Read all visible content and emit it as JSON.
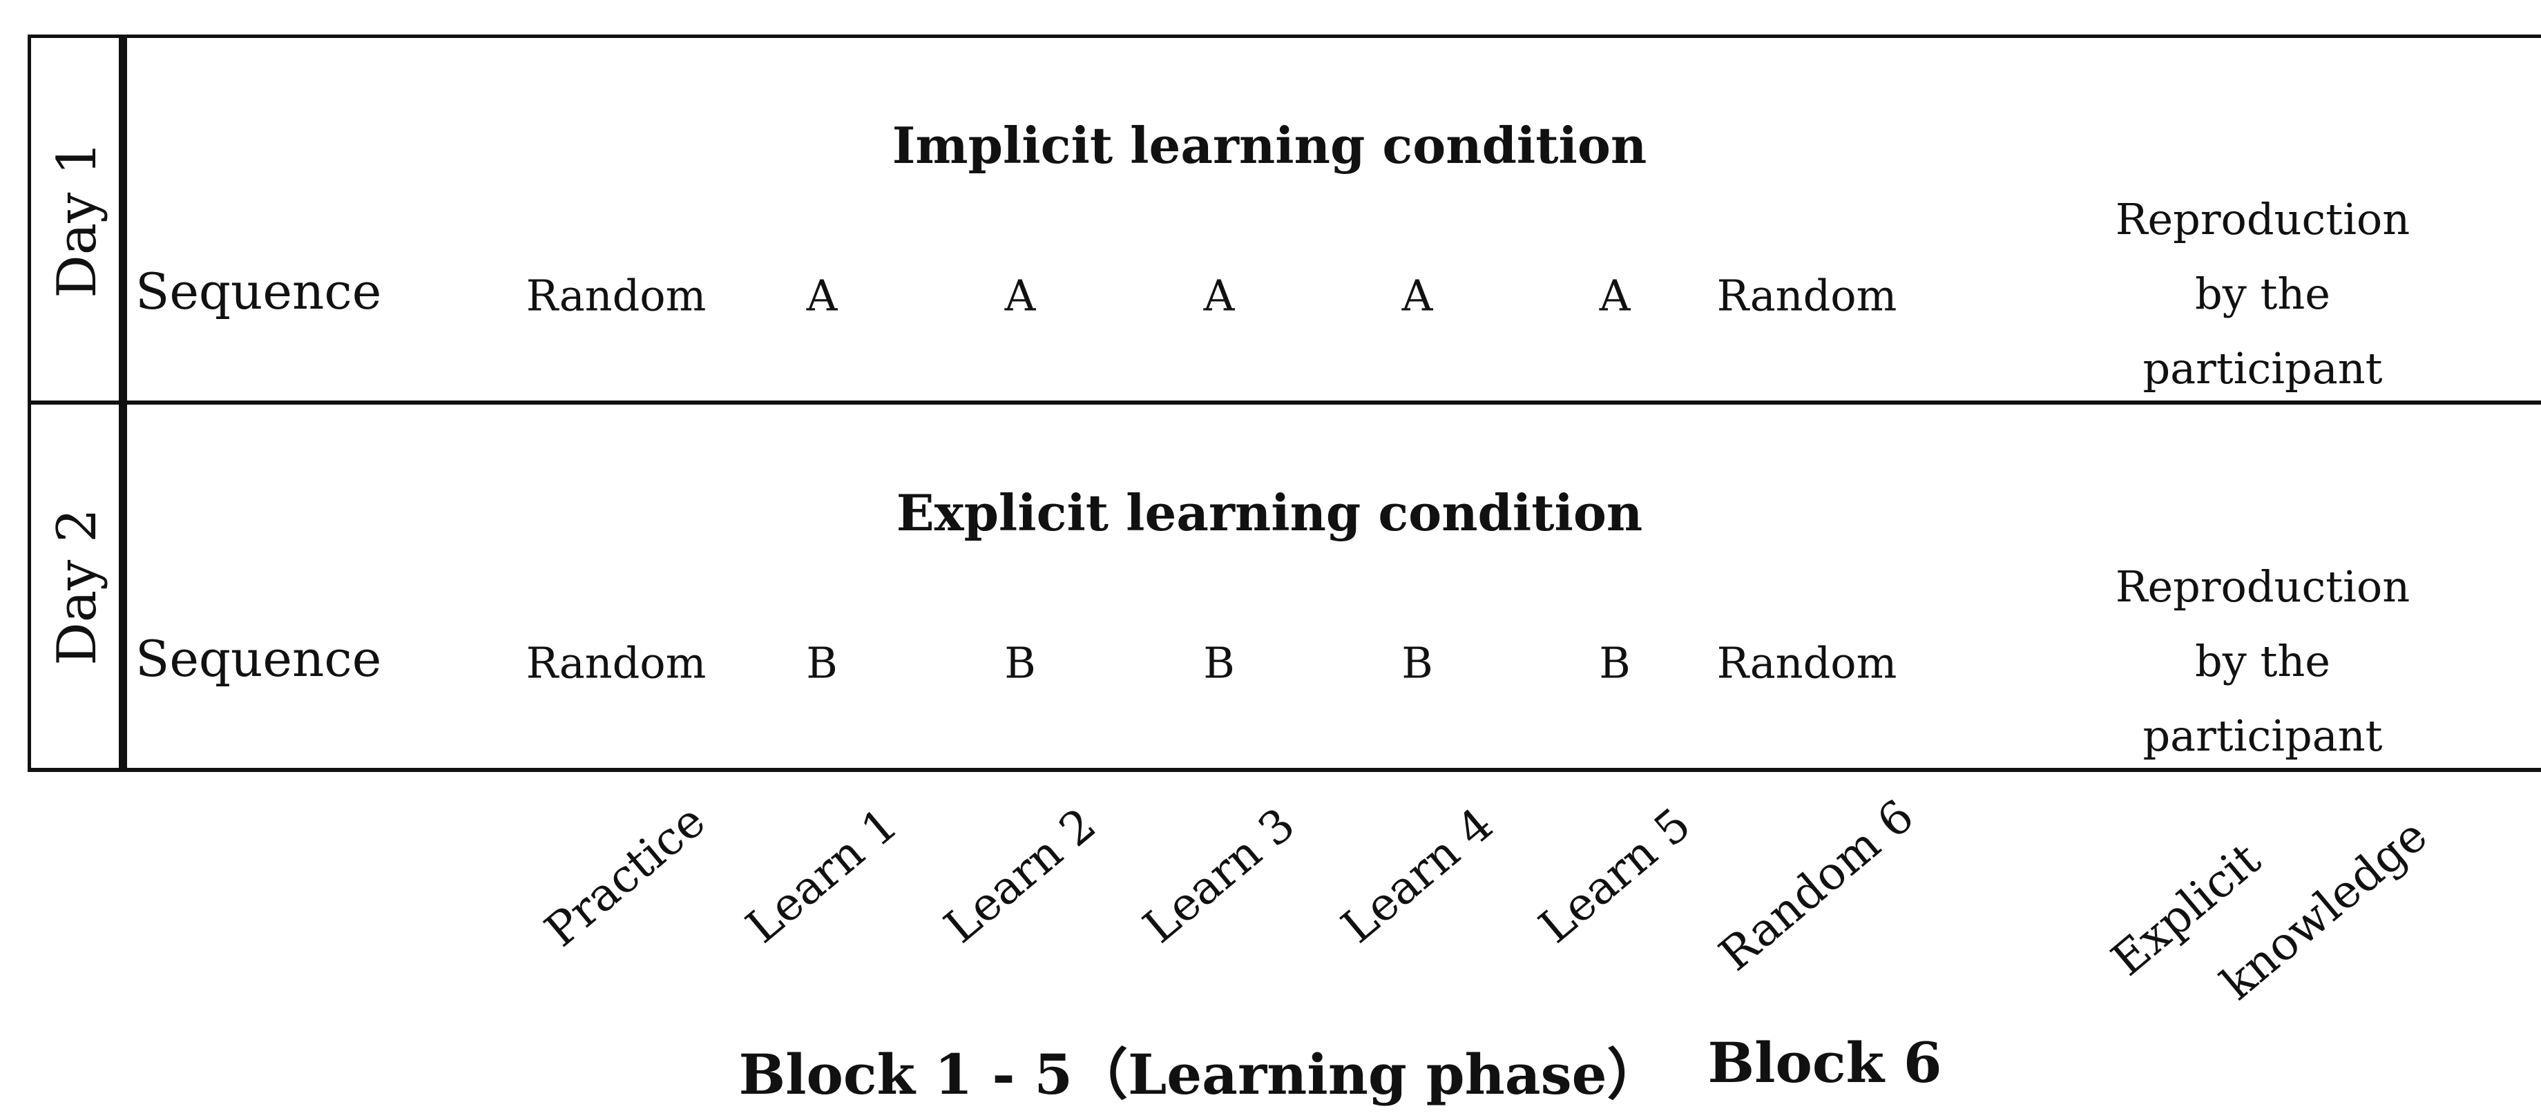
{
  "rows": [
    {
      "day": "Day 1",
      "condition": "Implicit learning condition",
      "row_label": "Sequence",
      "cells": [
        "Random",
        "A",
        "A",
        "A",
        "A",
        "A",
        "Random"
      ],
      "reproduction": [
        "Reproduction",
        "by the",
        "participant"
      ]
    },
    {
      "day": "Day 2",
      "condition": "Explicit learning condition",
      "row_label": "Sequence",
      "cells": [
        "Random",
        "B",
        "B",
        "B",
        "B",
        "B",
        "Random"
      ],
      "reproduction": [
        "Reproduction",
        "by the",
        "participant"
      ]
    }
  ],
  "blocks": [
    "Practice",
    "Learn 1",
    "Learn 2",
    "Learn 3",
    "Learn 4",
    "Learn 5",
    "Random 6"
  ],
  "explicit_knowledge": [
    "Explicit",
    "knowledge"
  ],
  "groups": {
    "learning_phase": "Block 1 - 5（Learning phase）",
    "block6": "Block 6"
  }
}
